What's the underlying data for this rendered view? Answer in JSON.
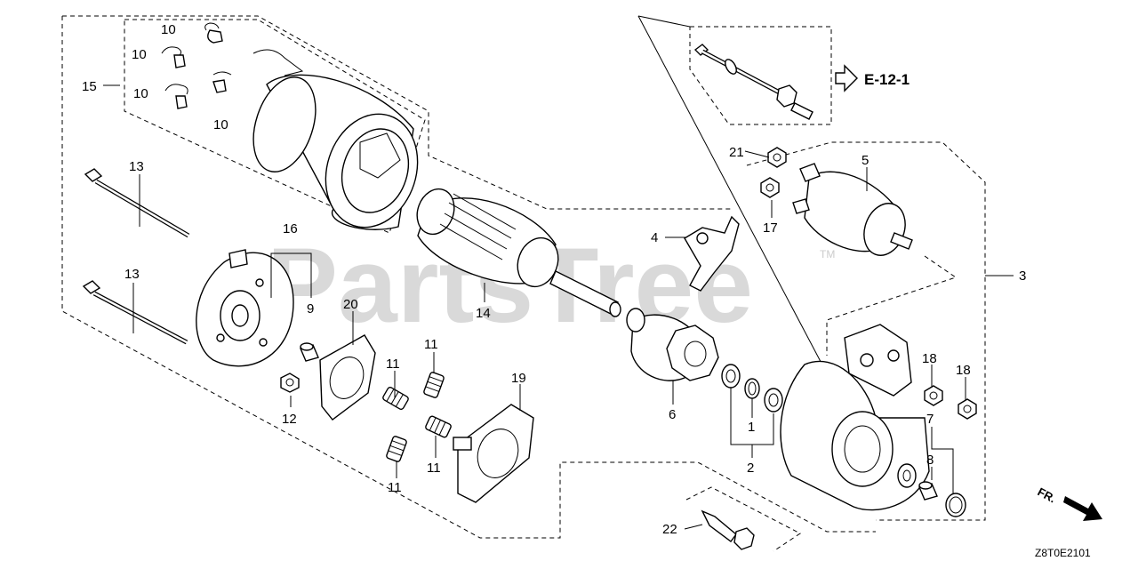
{
  "watermark": {
    "text": "PartsTree",
    "trademark": "TM"
  },
  "reference": {
    "label": "E-12-1"
  },
  "diagram_code": "Z8T0E2101",
  "front_indicator": "FR.",
  "callouts": {
    "c10a": "10",
    "c10b": "10",
    "c10c": "10",
    "c10d": "10",
    "c15": "15",
    "c13a": "13",
    "c13b": "13",
    "c16": "16",
    "c9": "9",
    "c20": "20",
    "c14": "14",
    "c12": "12",
    "c11a": "11",
    "c11b": "11",
    "c11c": "11",
    "c11d": "11",
    "c19": "19",
    "c4": "4",
    "c6": "6",
    "c1": "1",
    "c2": "2",
    "c21": "21",
    "c5": "5",
    "c17": "17",
    "c3": "3",
    "c18a": "18",
    "c18b": "18",
    "c7": "7",
    "c8": "8",
    "c22": "22"
  }
}
